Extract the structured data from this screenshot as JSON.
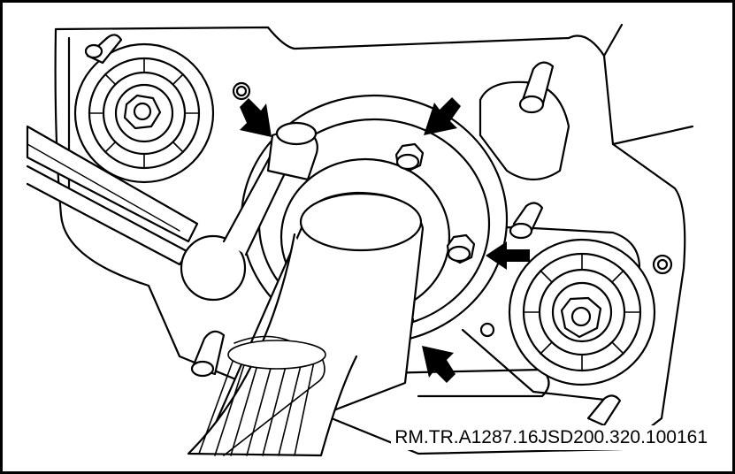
{
  "figure": {
    "reference_code": "RM.TR.A1287.16JSD200.320.100161"
  },
  "colors": {
    "line": "#000000",
    "background": "#ffffff"
  },
  "callouts": [
    {
      "target": "bearing-cover-bolt-top-left"
    },
    {
      "target": "bearing-cover-bolt-top"
    },
    {
      "target": "bearing-cover-bolt-right"
    },
    {
      "target": "bearing-cover-bolt-bottom"
    }
  ]
}
